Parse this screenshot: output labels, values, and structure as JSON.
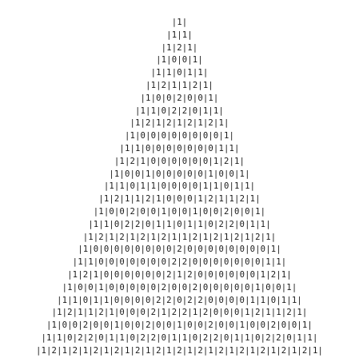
{
  "triangle": {
    "rows": [
      "|1|",
      "|1|1|",
      "|1|2|1|",
      "|1|0|0|1|",
      "|1|1|0|1|1|",
      "|1|2|1|1|2|1|",
      "|1|0|0|2|0|0|1|",
      "|1|1|0|2|2|0|1|1|",
      "|1|2|1|2|1|2|1|2|1|",
      "|1|0|0|0|0|0|0|0|0|1|",
      "|1|1|0|0|0|0|0|0|0|1|1|",
      "|1|2|1|0|0|0|0|0|0|1|2|1|",
      "|1|0|0|1|0|0|0|0|0|1|0|0|1|",
      "|1|1|0|1|1|0|0|0|0|1|1|0|1|1|",
      "|1|2|1|1|2|1|0|0|0|1|2|1|1|2|1|",
      "|1|0|0|2|0|0|1|0|0|1|0|0|2|0|0|1|",
      "|1|1|0|2|2|0|1|1|0|1|1|0|2|2|0|1|1|",
      "|1|2|1|2|1|2|1|2|1|1|2|1|2|1|2|1|2|1|",
      "|1|0|0|0|0|0|0|0|0|2|0|0|0|0|0|0|0|0|1|",
      "|1|1|0|0|0|0|0|0|0|2|2|0|0|0|0|0|0|0|1|1|",
      "|1|2|1|0|0|0|0|0|0|2|1|2|0|0|0|0|0|0|1|2|1|",
      "|1|0|0|1|0|0|0|0|0|2|0|0|2|0|0|0|0|0|1|0|0|1|",
      "|1|1|0|1|1|0|0|0|0|2|2|0|2|2|0|0|0|0|1|1|0|1|1|",
      "|1|2|1|1|2|1|0|0|0|2|1|2|2|1|2|0|0|0|1|2|1|1|2|1|",
      "|1|0|0|2|0|0|1|0|0|2|0|0|1|0|0|2|0|0|1|0|0|2|0|0|1|",
      "|1|1|0|2|2|0|1|1|0|2|2|0|1|1|0|2|2|0|1|1|0|2|2|0|1|1|",
      "|1|2|1|2|1|2|1|2|1|2|1|2|1|2|1|2|1|2|1|2|1|2|1|2|1|2|1|"
    ]
  }
}
